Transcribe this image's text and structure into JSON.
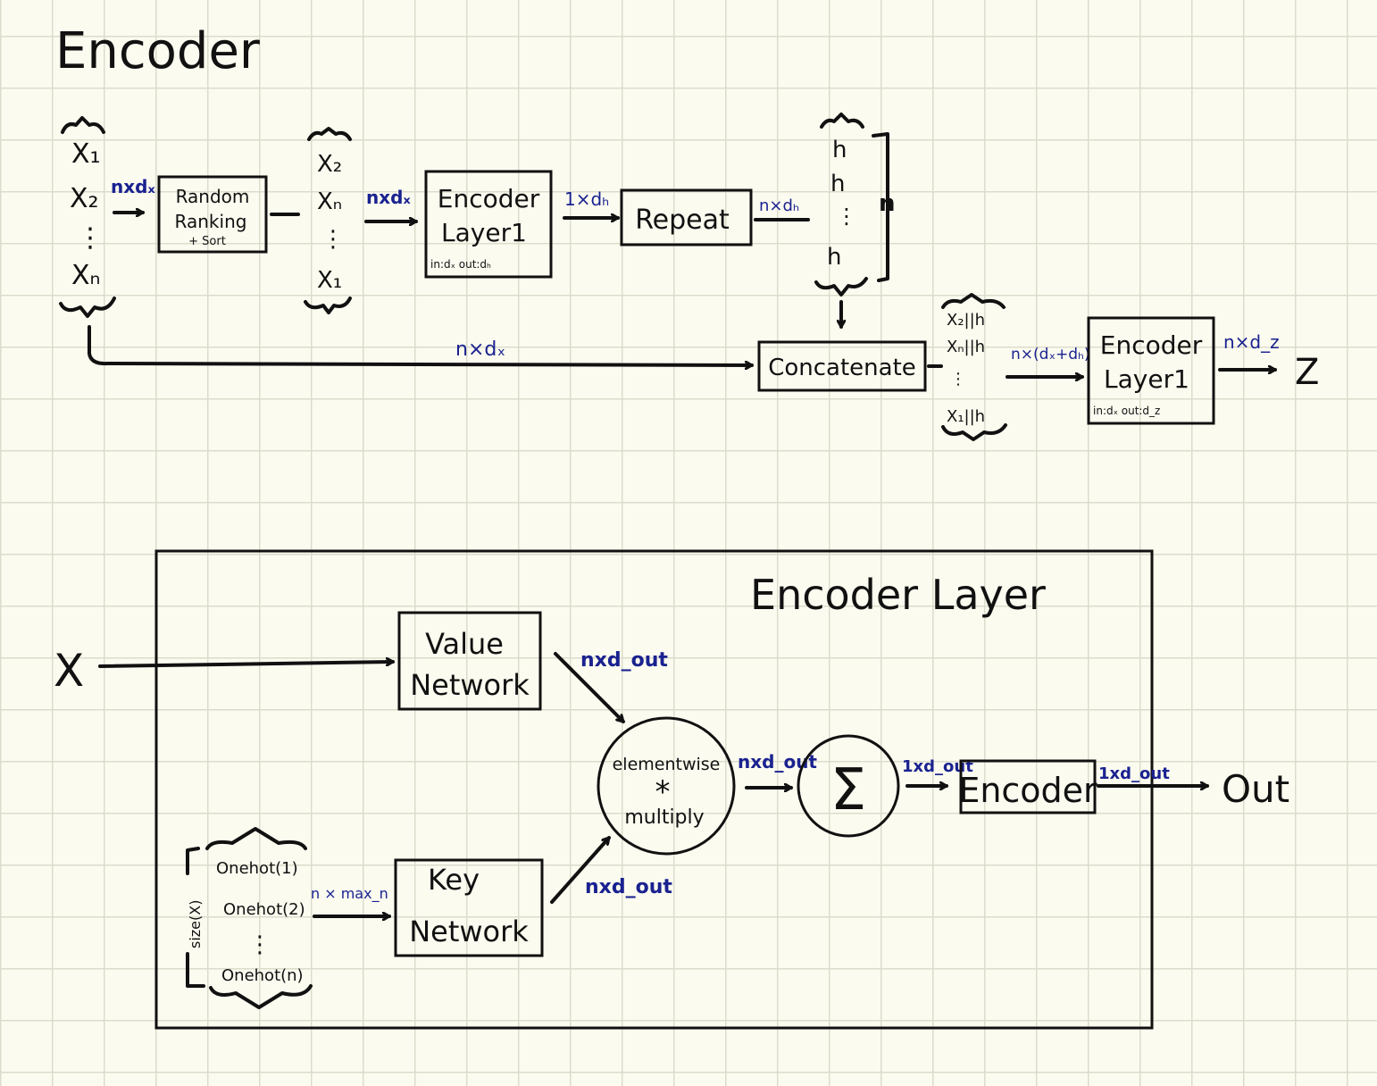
{
  "title": "Encoder",
  "top": {
    "inputs": [
      "X₁",
      "X₂",
      "⋮",
      "Xₙ"
    ],
    "in_dim": "nxdₓ",
    "random_box": {
      "line1": "Random",
      "line2": "Ranking",
      "line3": "+ Sort"
    },
    "sorted": [
      "X₂",
      "Xₙ",
      "⋮",
      "X₁"
    ],
    "in_dim2": "nxdₓ",
    "enc1": {
      "line1": "Encoder",
      "line2": "Layer1",
      "io": "in:dₓ  out:dₕ"
    },
    "dim_1xdh": "1×dₕ",
    "repeat": "Repeat",
    "dim_nxdh": "n×dₕ",
    "h_stack": [
      "h",
      "h",
      "⋮",
      "h"
    ],
    "n_label": "n",
    "skip_dim": "n×dₓ",
    "concat": "Concatenate",
    "concat_out": [
      "X₂||h",
      "Xₙ||h",
      "⋮",
      "X₁||h"
    ],
    "dim_concat": "n×(dₓ+dₕ)",
    "enc2": {
      "line1": "Encoder",
      "line2": "Layer1",
      "io": "in:dₓ  out:d_z"
    },
    "dim_out": "n×d_z",
    "output": "Z"
  },
  "layer": {
    "title": "Encoder Layer",
    "x_input": "X",
    "value_net": {
      "line1": "Value",
      "line2": "Network"
    },
    "key_net": {
      "line1": "Key",
      "line2": "Network"
    },
    "dim_value": "nxd_out",
    "dim_key": "nxd_out",
    "onehots": [
      "Onehot(1)",
      "Onehot(2)",
      "⋮",
      "Onehot(n)"
    ],
    "size_label": "size(X)",
    "dim_onehot": "n × max_n",
    "elementwise": {
      "line1": "elementwise",
      "line2": "*",
      "line3": "multiply"
    },
    "dim_mult": "nxd_out",
    "sum_symbol": "Σ",
    "dim_sum": "1xd_out",
    "encoder": "Encoder",
    "dim_enc": "1xd_out",
    "output": "Out"
  }
}
